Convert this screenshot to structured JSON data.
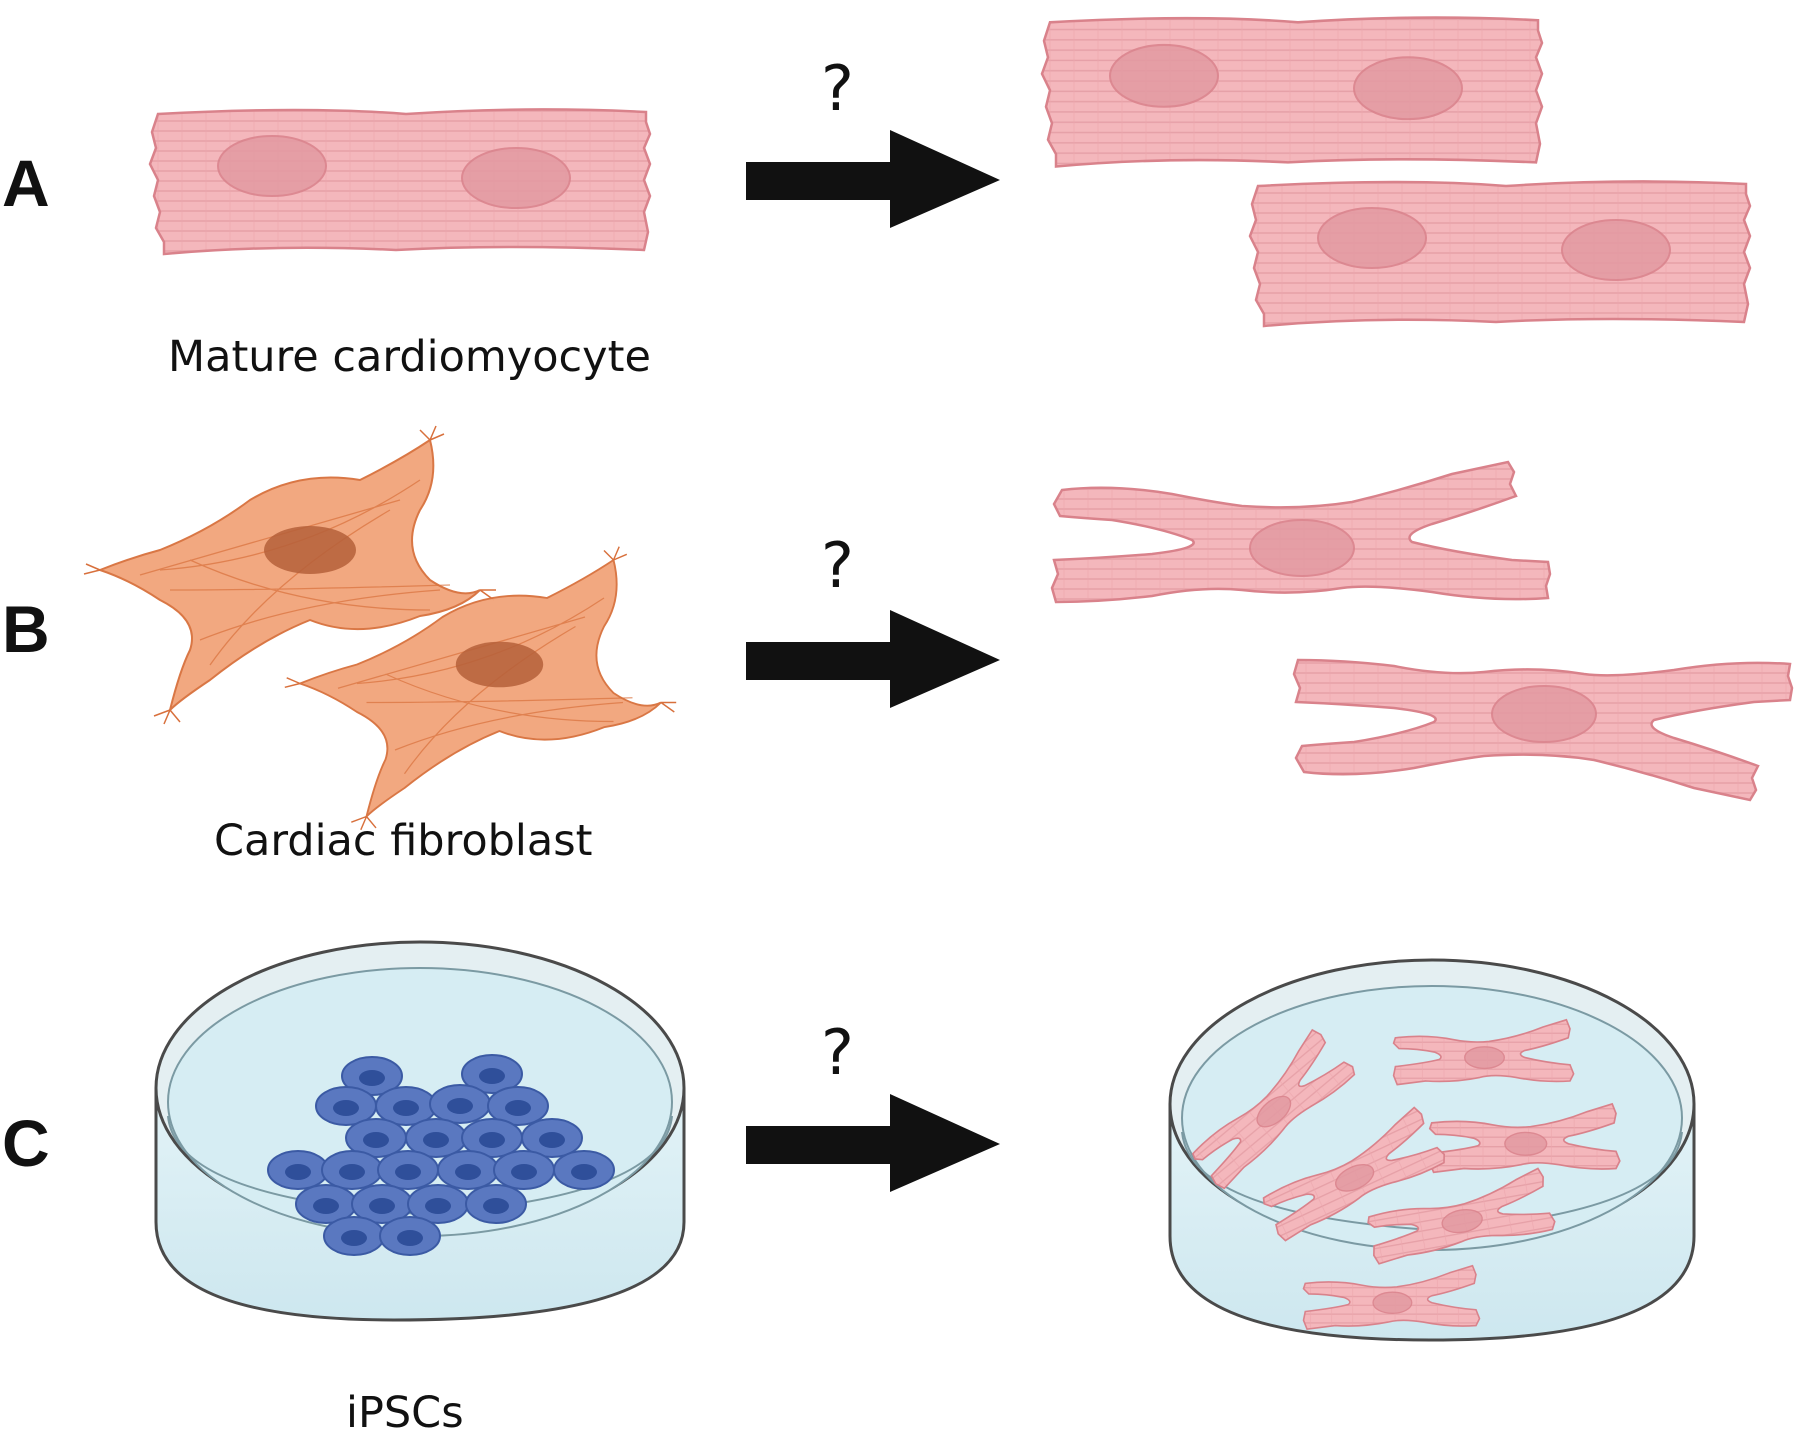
{
  "panels": [
    {
      "letter": "A",
      "caption": "Mature cardiomyocyte",
      "arrow_label": "?"
    },
    {
      "letter": "B",
      "caption": "Cardiac fibroblast",
      "arrow_label": "?"
    },
    {
      "letter": "C",
      "caption": "iPSCs",
      "arrow_label": "?"
    }
  ],
  "colors": {
    "cardiomyocyte_fill": "#f4b7bc",
    "cardiomyocyte_stroke": "#d9828b",
    "nucleus_pink": "#e39aa2",
    "fibroblast_fill": "#f2a47a",
    "fibroblast_stroke": "#d8703c",
    "fibroblast_nucleus": "#b5603a",
    "ipsc_fill": "#5a78c0",
    "ipsc_nucleus": "#2f4f9a",
    "dish_medium": "#d6edf3",
    "arrow": "#111111"
  }
}
